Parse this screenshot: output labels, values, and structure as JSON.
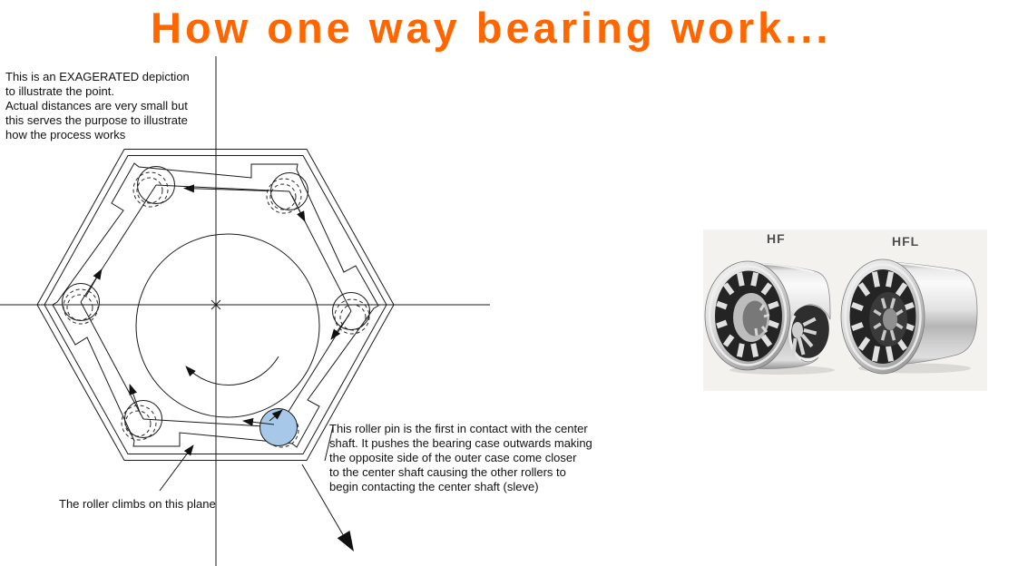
{
  "title": {
    "text": "How one way bearing work..."
  },
  "annotations": {
    "intro_note": "This is an EXAGERATED depiction\nto illustrate the point.\nActual distances are very small but\nthis serves the purpose to illustrate\nhow the process works",
    "roller_note": "This roller pin is the first in contact with the center\nshaft. It pushes the bearing case outwards making\nthe opposite side of the outer case come closer\nto the center shaft causing the other rollers to\nbegin contacting the center shaft (sleve)",
    "climb_label": "The roller climbs on this plane"
  },
  "bearing_photos": {
    "left_label": "HF",
    "right_label": "HFL"
  },
  "diagram": {
    "roller_count": 6,
    "highlighted_roller": "bottom-right",
    "rotation_direction": "clockwise"
  },
  "colors": {
    "title": "#FF6600",
    "highlight_roller": "#A8C8EA",
    "linework": "#1A1A1A",
    "photo_panel_bg": "#F3F2EF",
    "photo_label": "#4F4F4F"
  }
}
